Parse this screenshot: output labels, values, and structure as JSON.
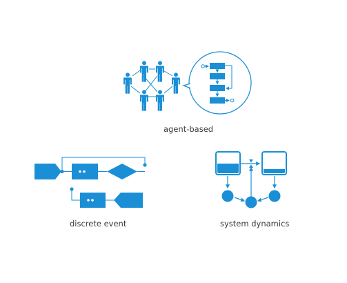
{
  "labels": {
    "agent_based": "agent-based",
    "discrete_event": "discrete event",
    "system_dynamics": "system dynamics"
  },
  "colors": {
    "primary": "#1a8fd6",
    "text": "#3a3a3a",
    "background": "#ffffff"
  },
  "icons": [
    "person-icon",
    "magnifier-bubble-icon",
    "flowchart-block-icon",
    "tag-icon",
    "diamond-icon",
    "stock-tank-icon",
    "valve-icon",
    "circle-node-icon"
  ]
}
